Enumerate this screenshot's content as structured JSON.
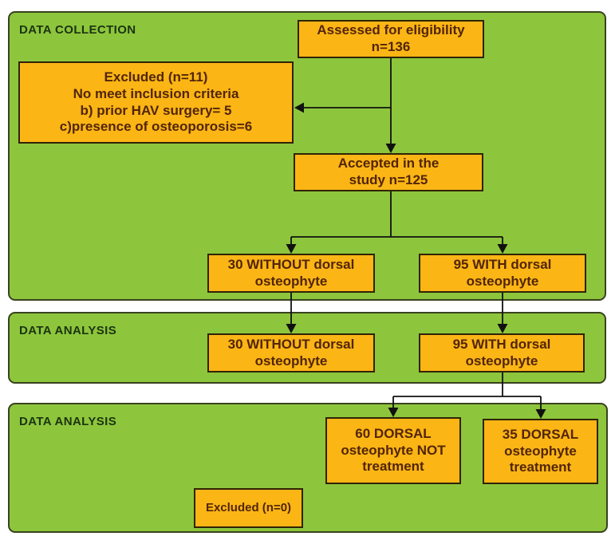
{
  "theme": {
    "page_bg": "#ffffff",
    "panel_fill": "#8dc63c",
    "panel_border": "#39421f",
    "node_fill": "#fbb515",
    "node_border": "#2f2307",
    "node_text": "#522508",
    "label_color": "#1c3312",
    "arrow_color": "#111111"
  },
  "panels": [
    {
      "label": "DATA COLLECTION"
    },
    {
      "label": "DATA ANALYSIS"
    },
    {
      "label": "DATA ANALYSIS"
    }
  ],
  "nodes": {
    "assessed": {
      "text": "Assessed for eligibility\nn=136"
    },
    "excluded11": {
      "text": "Excluded (n=11)\nNo meet inclusion criteria\nb) prior HAV surgery= 5\nc)presence of osteoporosis=6"
    },
    "accepted": {
      "text": "Accepted in the\nstudy n=125"
    },
    "without30_collection": {
      "text": "30 WITHOUT dorsal\nosteophyte"
    },
    "with95_collection": {
      "text": "95 WITH dorsal\nosteophyte"
    },
    "without30_analysis": {
      "text": "30 WITHOUT dorsal\nosteophyte"
    },
    "with95_analysis": {
      "text": "95 WITH dorsal\nosteophyte"
    },
    "dorsal60_not_treatment": {
      "text": "60 DORSAL\nosteophyte NOT\ntreatment"
    },
    "dorsal35_treatment": {
      "text": "35 DORSAL\nosteophyte\ntreatment"
    },
    "excluded0": {
      "text": "Excluded (n=0)"
    }
  }
}
